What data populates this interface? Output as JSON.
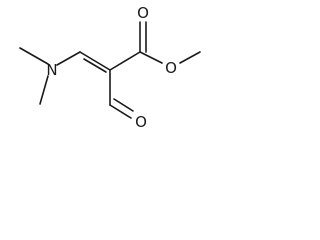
{
  "structure": {
    "atoms": {
      "nitrogen": "N",
      "ester_carbonyl_oxygen": "O",
      "ester_ether_oxygen": "O",
      "aldehyde_oxygen": "O"
    }
  }
}
